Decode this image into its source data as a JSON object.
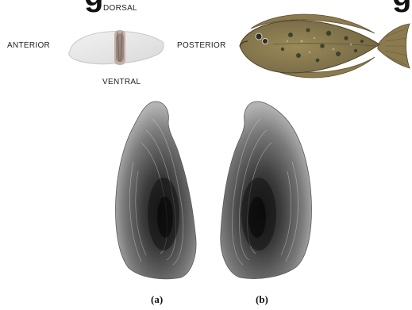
{
  "header": {
    "left_fragment": "g",
    "right_fragment": "g"
  },
  "orientation": {
    "dorsal": "DORSAL",
    "anterior": "ANTERIOR",
    "posterior": "POSTERIOR",
    "ventral": "VENTRAL"
  },
  "panels": {
    "a_label": "(a)",
    "b_label": "(b)"
  },
  "colors": {
    "fish_body": "#8a7a4e",
    "fish_spots": "#2e3a2a",
    "otolith_dark": "#2a2a2a",
    "otolith_light": "#9a9a9a",
    "fin_ray": "#6e623c"
  }
}
